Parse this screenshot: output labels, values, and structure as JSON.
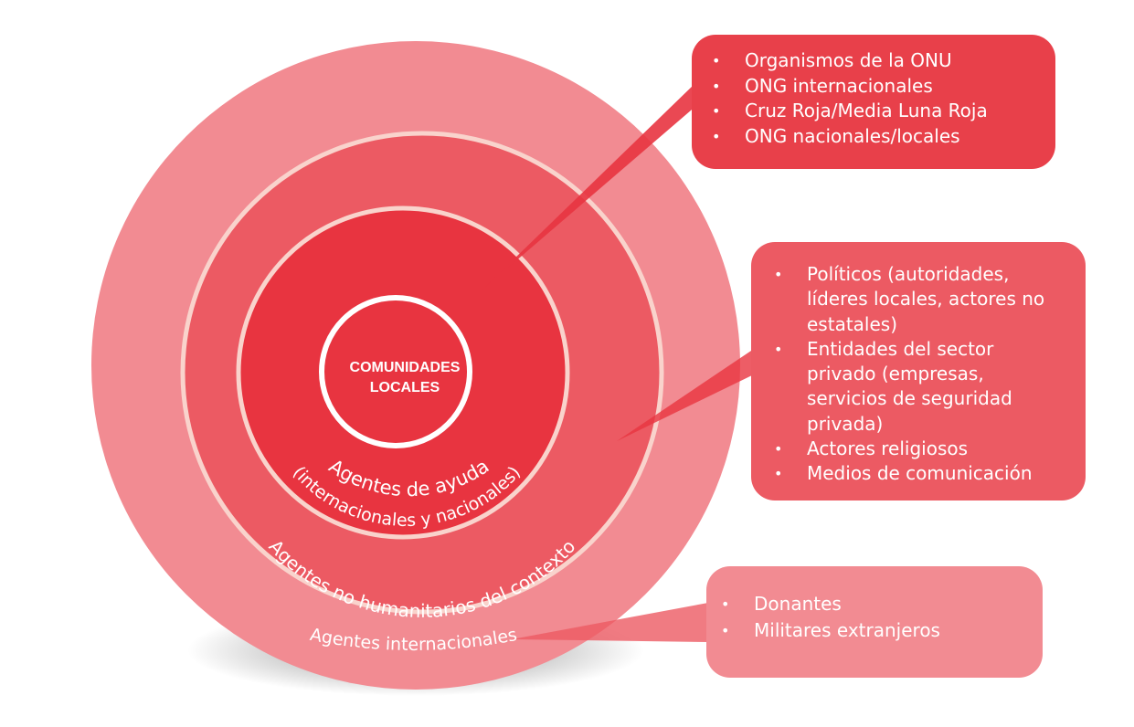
{
  "center_label": [
    "COMUNIDADES",
    "LOCALES"
  ],
  "rings": {
    "aid_agents": "Agentes de ayuda",
    "aid_agents_sub": "(internacionales y nacionales)",
    "non_humanitarian": "Agentes no humanitarios del contexto",
    "international": "Agentes internacionales"
  },
  "boxes": {
    "aid": [
      "Organismos de la ONU",
      "ONG internacionales",
      "Cruz Roja/Media Luna Roja",
      "ONG nacionales/locales"
    ],
    "context": [
      "Políticos (autoridades, líderes locales, actores no estatales)",
      "Entidades del sector privado (empresas, servicios de seguridad privada)",
      "Actores religiosos",
      "Medios de comunicación"
    ],
    "international": [
      "Donantes",
      "Militares extranjeros"
    ]
  },
  "colors": {
    "outer": "#f28b92",
    "middle": "#ec5a63",
    "inner": "#e83440",
    "ring_border": "#f9d3cc"
  }
}
